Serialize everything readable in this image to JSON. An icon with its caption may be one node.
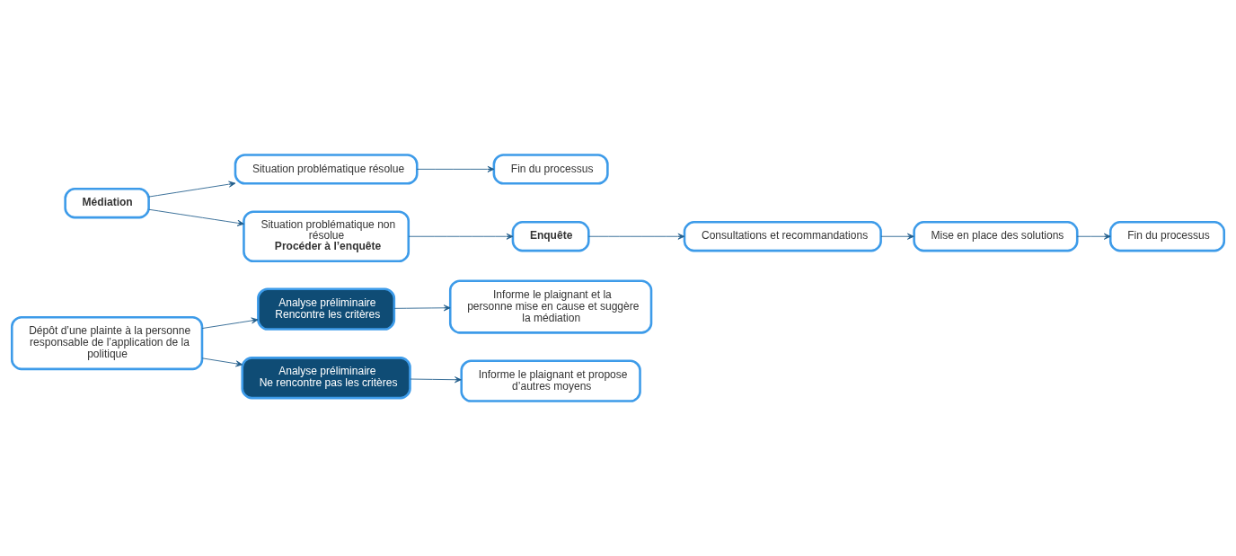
{
  "diagram": {
    "nodes": [
      {
        "text": [
          "Dépôt d’une plainte à la personne responsable de l’application de la politique"
        ]
      },
      {
        "text": [
          "Analyse préliminaire",
          "Rencontre les critères"
        ]
      },
      {
        "text": [
          "Informe le plaignant et la personne mise en cause et suggère la médiation"
        ]
      },
      {
        "text": [
          "Analyse préliminaire",
          "Ne rencontre pas les critères"
        ]
      },
      {
        "text": [
          "Situation problématique résolue"
        ]
      },
      {
        "text": [
          "Fin du processus"
        ]
      },
      {
        "text": [
          "Médiation"
        ]
      },
      {
        "text": [
          "Situation problématique non résolue",
          "Procéder à l’enquête"
        ]
      },
      {
        "text": [
          "Enquête"
        ]
      },
      {
        "text": [
          "Informe le plaignant et propose d’autres moyens"
        ]
      },
      {
        "text": [
          "Consultations et recommandations"
        ]
      },
      {
        "text": [
          "Mise en place des solutions"
        ]
      },
      {
        "text": [
          "Fin du processus"
        ]
      }
    ],
    "edges": [
      {
        "from": 0,
        "to": 1,
        "arrow": "to"
      },
      {
        "from": 1,
        "to": 2,
        "arrow": "to"
      },
      {
        "from": 0,
        "to": 3,
        "arrow": "to"
      },
      {
        "from": 4,
        "to": 5,
        "arrow": "to"
      },
      {
        "from": 6,
        "to": 4,
        "arrow": "to"
      },
      {
        "from": 6,
        "to": 7,
        "arrow": "to"
      },
      {
        "from": 7,
        "to": 8,
        "arrow": "to"
      },
      {
        "from": 3,
        "to": 9,
        "arrow": "to"
      },
      {
        "from": 8,
        "to": 10,
        "arrow": "to"
      },
      {
        "from": 10,
        "to": 11,
        "arrow": "to"
      },
      {
        "from": 11,
        "to": 12,
        "arrow": "to"
      }
    ]
  }
}
